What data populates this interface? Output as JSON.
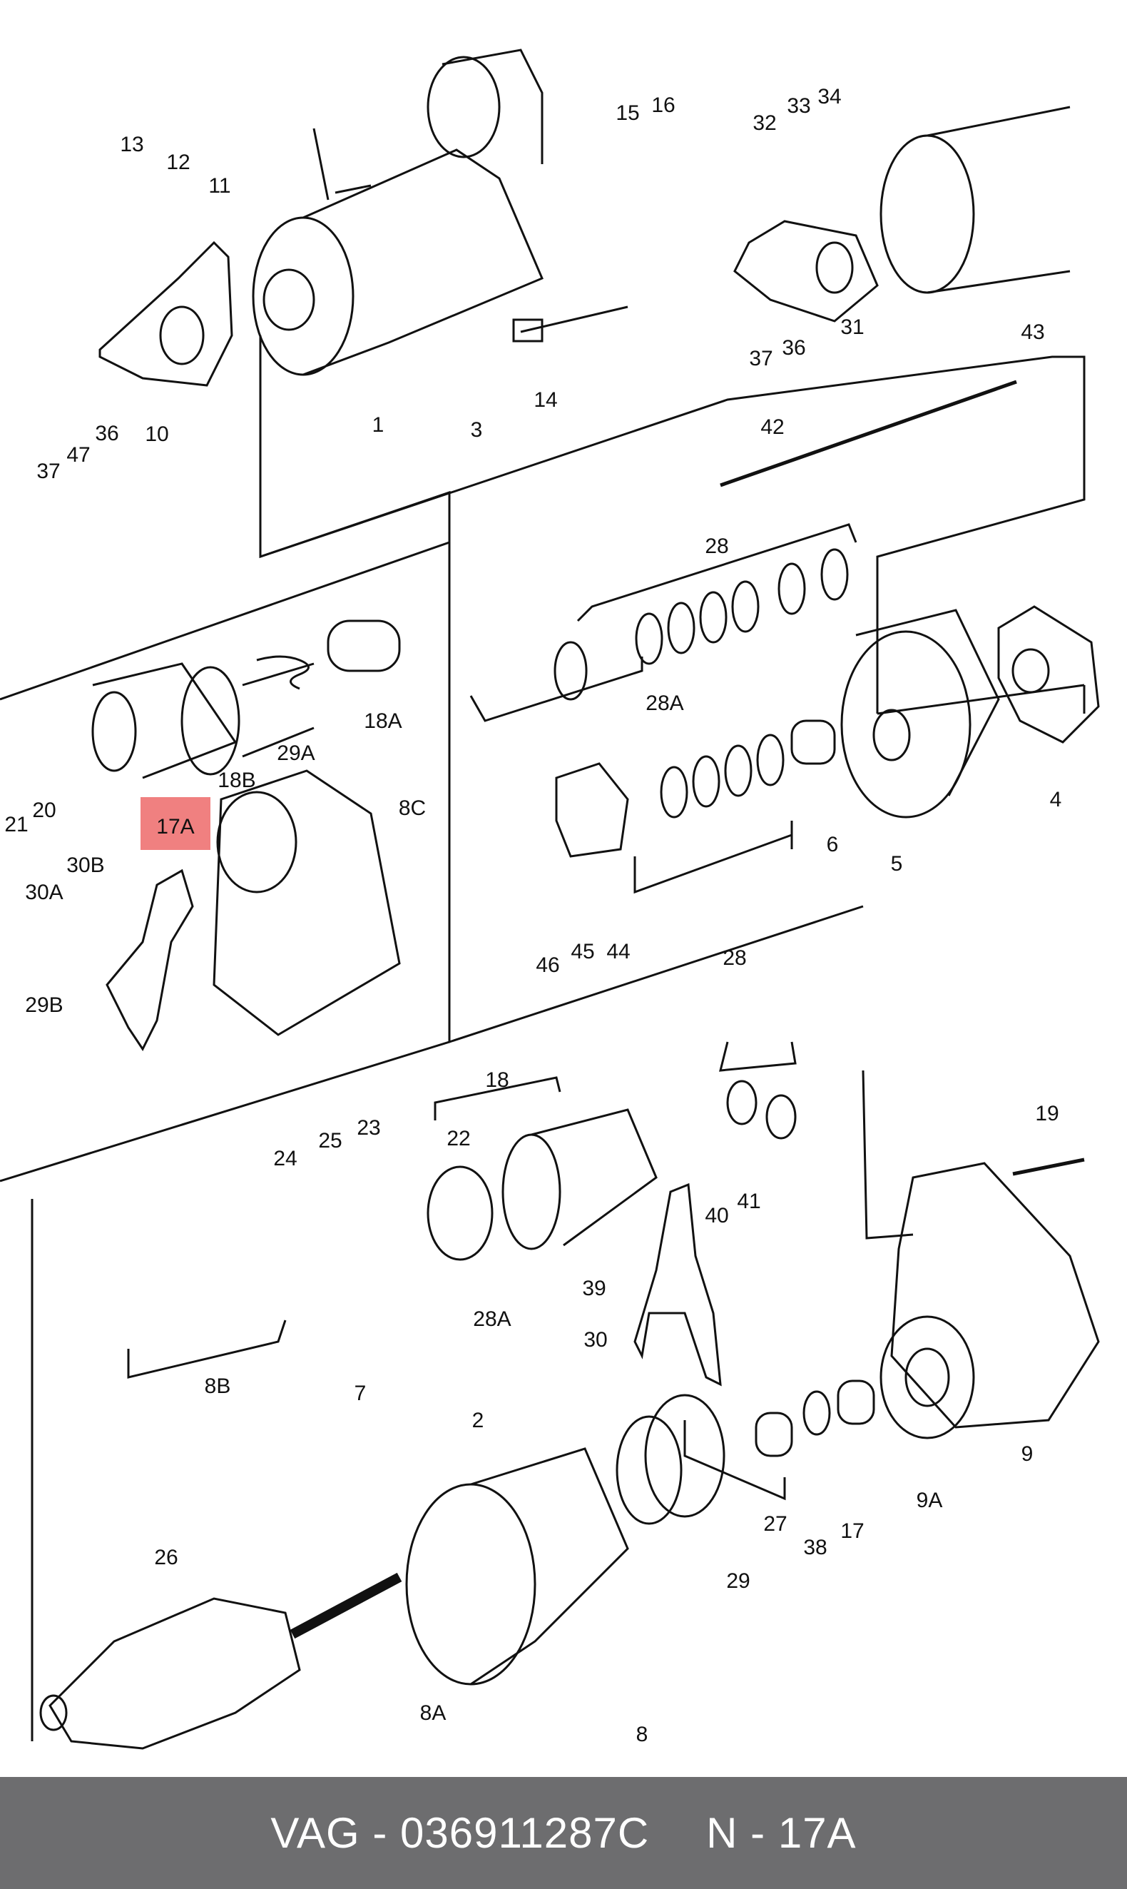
{
  "callouts": [
    "1",
    "2",
    "3",
    "4",
    "5",
    "6",
    "7",
    "8",
    "8A",
    "8B",
    "8C",
    "9",
    "9A",
    "10",
    "11",
    "12",
    "13",
    "14",
    "15",
    "16",
    "17",
    "17A",
    "18",
    "18A",
    "18B",
    "19",
    "20",
    "21",
    "22",
    "23",
    "24",
    "25",
    "26",
    "27",
    "28",
    "28A",
    "29",
    "29A",
    "29B",
    "30",
    "30A",
    "30B",
    "31",
    "32",
    "33",
    "34",
    "36",
    "37",
    "38",
    "39",
    "40",
    "41",
    "42",
    "43",
    "44",
    "45",
    "46",
    "47"
  ],
  "highlight": {
    "label": "17A",
    "color": "#f08080"
  },
  "caption": {
    "brand": "VAG - 036911287C",
    "part": "N - 17A",
    "background": "#6d6d6f",
    "text_color": "#ffffff"
  }
}
